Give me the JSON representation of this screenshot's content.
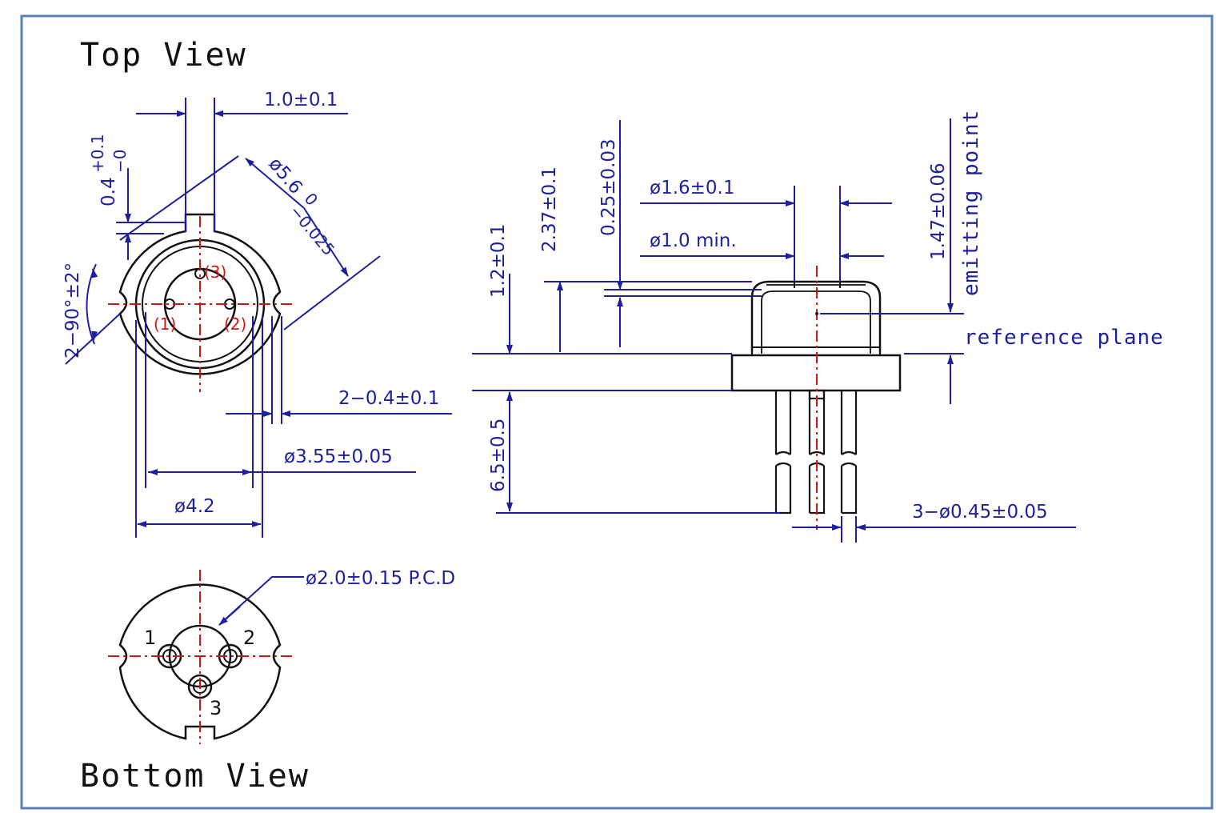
{
  "titles": {
    "top_view": "Top View",
    "bottom_view": "Bottom View"
  },
  "top_view": {
    "dim_slot_width": "1.0±0.1",
    "dim_slot_depth_main": "0.4",
    "dim_slot_depth_plus": "+0.1",
    "dim_slot_depth_minus": "−0",
    "dim_outer_dia": "ø5.6",
    "dim_outer_tol_upper": "0",
    "dim_outer_tol_lower": "−0.025",
    "dim_notch_angle": "2−90°±2°",
    "dim_notch_width": "2−0.4±0.1",
    "dim_cap_dia": "ø3.55±0.05",
    "dim_body_dia": "ø4.2",
    "pin_labels": [
      "(1)",
      "(2)",
      "(3)"
    ]
  },
  "side_view": {
    "dim_window_dia": "ø1.6±0.1",
    "dim_aperture_dia": "ø1.0  min.",
    "dim_total_height": "2.37±0.1",
    "dim_window_thickness": "0.25±0.03",
    "dim_flange_height": "1.2±0.1",
    "dim_emitting_point": "1.47±0.06",
    "emitting_point_label": "emitting point",
    "reference_plane_label": "reference plane",
    "dim_lead_length": "6.5±0.5",
    "dim_lead_dia": "3−ø0.45±0.05"
  },
  "bottom_view": {
    "dim_pcd": "ø2.0±0.15  P.C.D",
    "pin_numbers": [
      "1",
      "2",
      "3"
    ]
  },
  "colors": {
    "dimension": "#1f1f9e",
    "centerline": "#d01515",
    "outline": "#111111",
    "frame": "#5b7fb8"
  }
}
